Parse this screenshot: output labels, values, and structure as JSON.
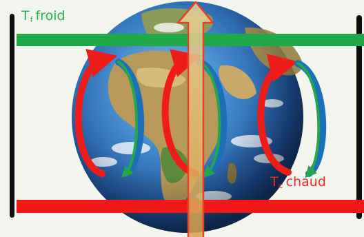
{
  "labels": {
    "cold": {
      "main": "T",
      "sub": "f",
      "rest": "froid"
    },
    "hot": {
      "main": "T",
      "sub": "c",
      "rest": "chaud"
    }
  },
  "colors": {
    "cold_bar": "#1fa84a",
    "hot_bar": "#f01818",
    "cold_text": "#27b14f",
    "hot_text": "#f02a2a",
    "wall": "#0d0d0d",
    "convection_up": "#f01b1b",
    "convection_down": "#1c6fb8",
    "convection_down_accent": "#25a54d",
    "central_arrow_fill": "#d8b15a",
    "central_arrow_border": "#e8402b"
  },
  "icons": {
    "globe": "earth-globe-icon",
    "vertical_arrow": "arrow-up-icon"
  }
}
